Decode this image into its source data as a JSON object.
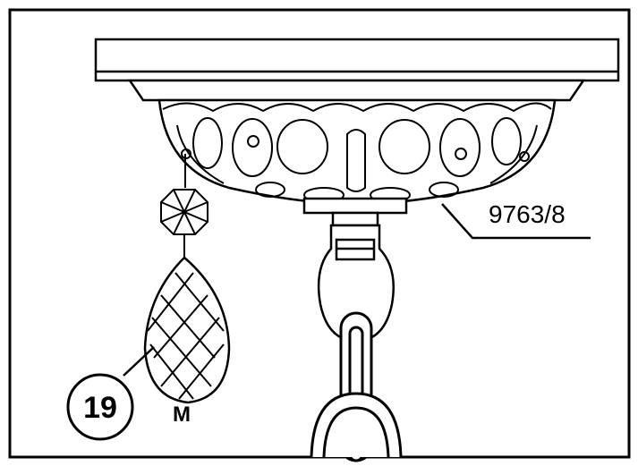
{
  "labels": {
    "part_number": "9763/8",
    "item_number": "19",
    "size_code": "M"
  },
  "colors": {
    "line": "#000000",
    "background": "#ffffff"
  }
}
